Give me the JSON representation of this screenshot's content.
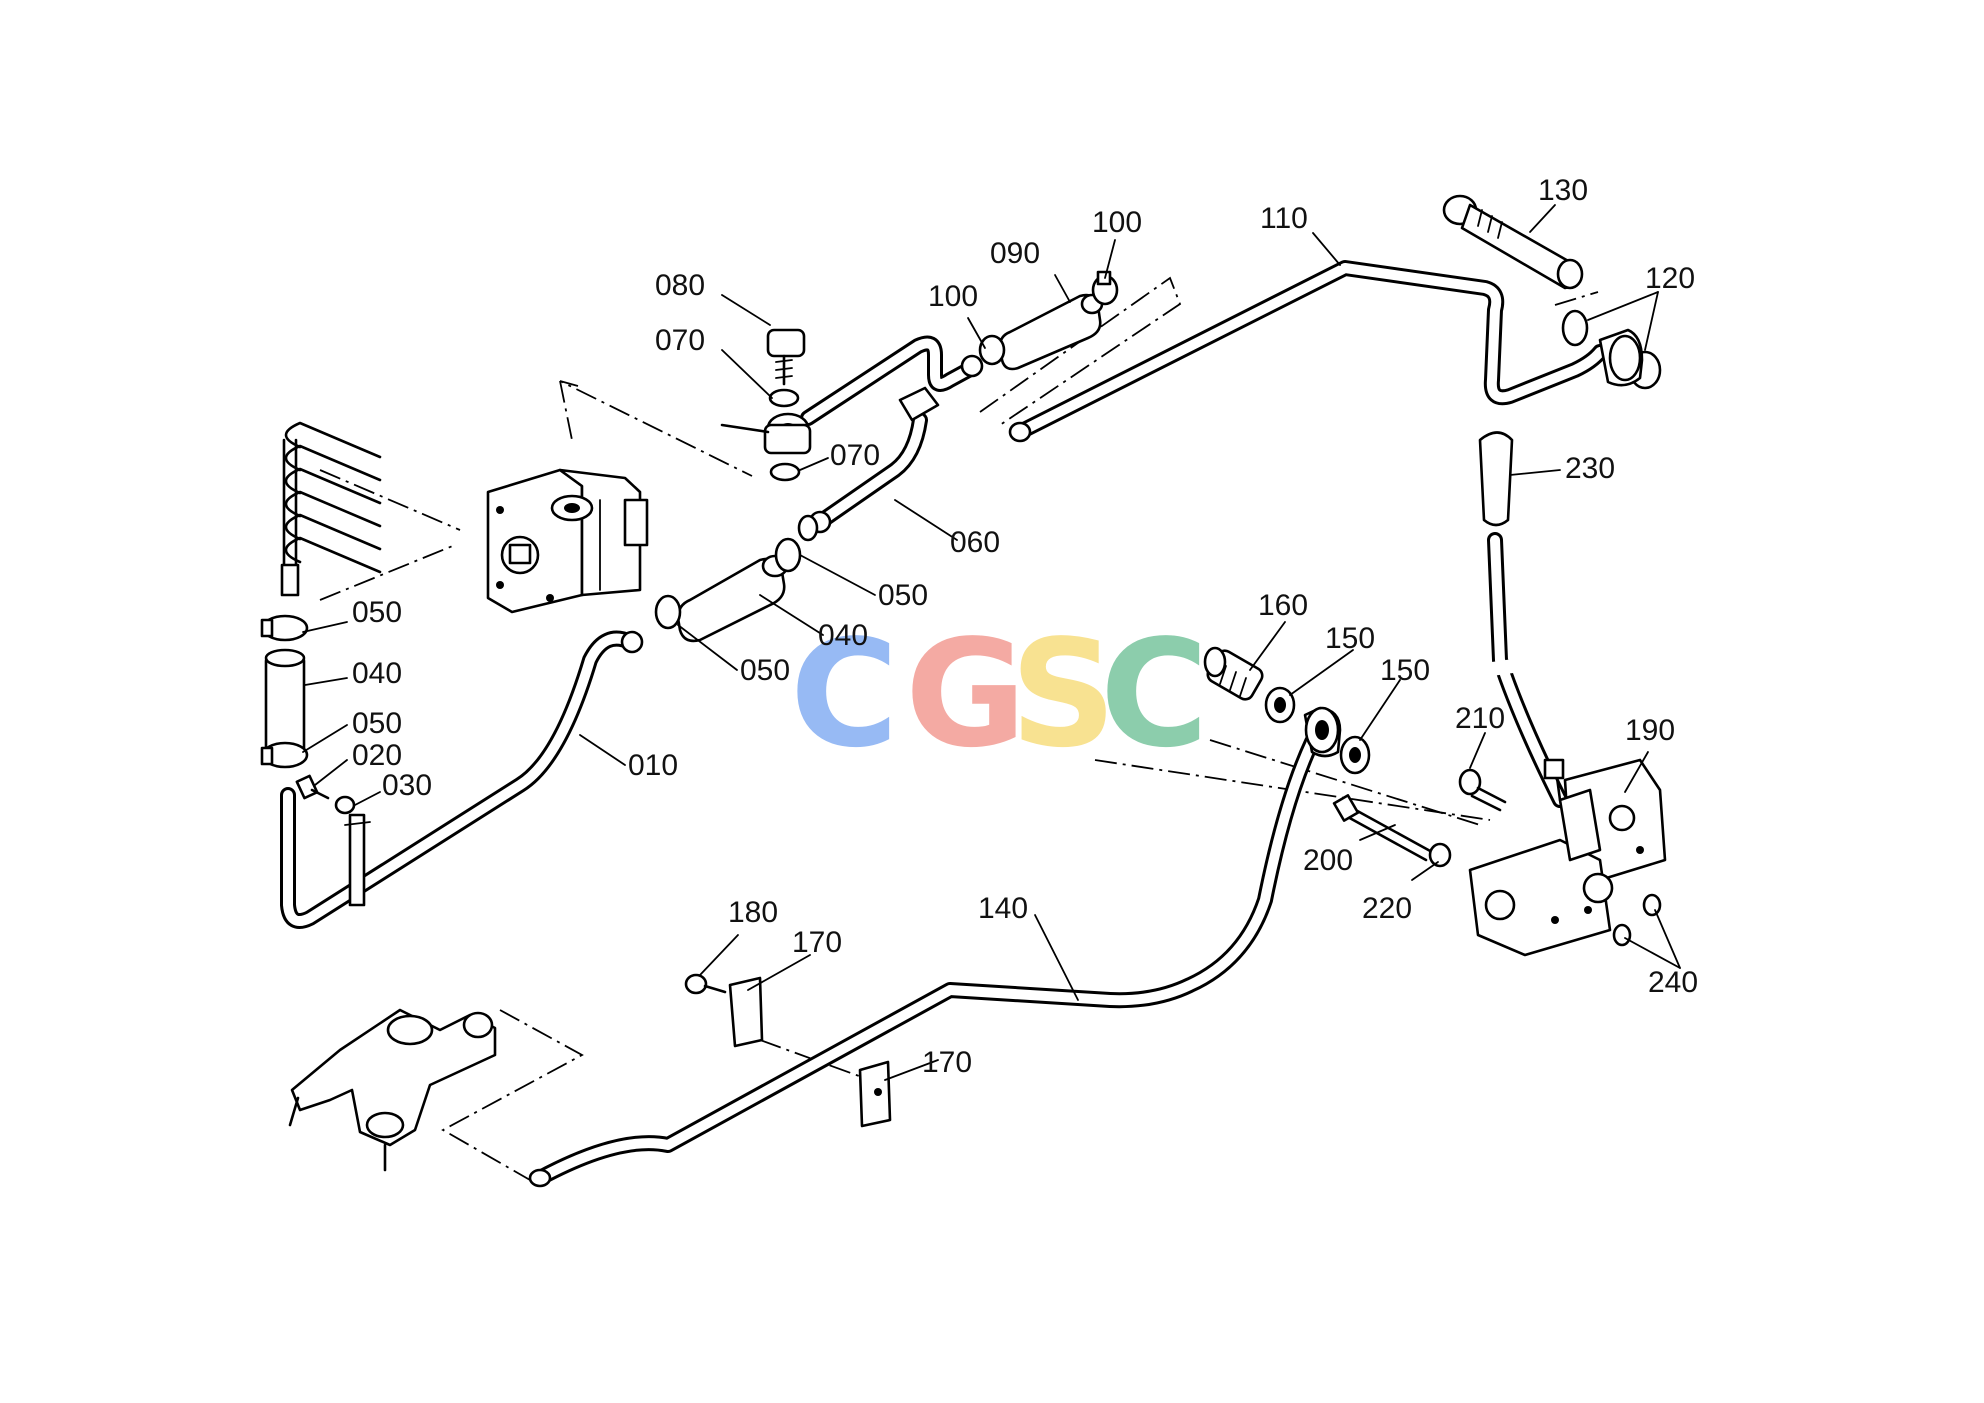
{
  "watermark": {
    "letters": [
      {
        "char": "C",
        "color": "#7aa7f2"
      },
      {
        "char": "G",
        "color": "#f2938a"
      },
      {
        "char": "S",
        "color": "#f7da73"
      },
      {
        "char": "C",
        "color": "#6dbf96"
      }
    ]
  },
  "part_labels": {
    "p010": "010",
    "p020": "020",
    "p030": "030",
    "p040a": "040",
    "p040b": "040",
    "p050a": "050",
    "p050b": "050",
    "p050c": "050",
    "p050d": "050",
    "p060": "060",
    "p070a": "070",
    "p070b": "070",
    "p080": "080",
    "p090": "090",
    "p100a": "100",
    "p100b": "100",
    "p110": "110",
    "p120": "120",
    "p130": "130",
    "p140": "140",
    "p150a": "150",
    "p150b": "150",
    "p160": "160",
    "p170a": "170",
    "p170b": "170",
    "p180": "180",
    "p190": "190",
    "p200": "200",
    "p210": "210",
    "p220": "220",
    "p230": "230",
    "p240": "240"
  }
}
